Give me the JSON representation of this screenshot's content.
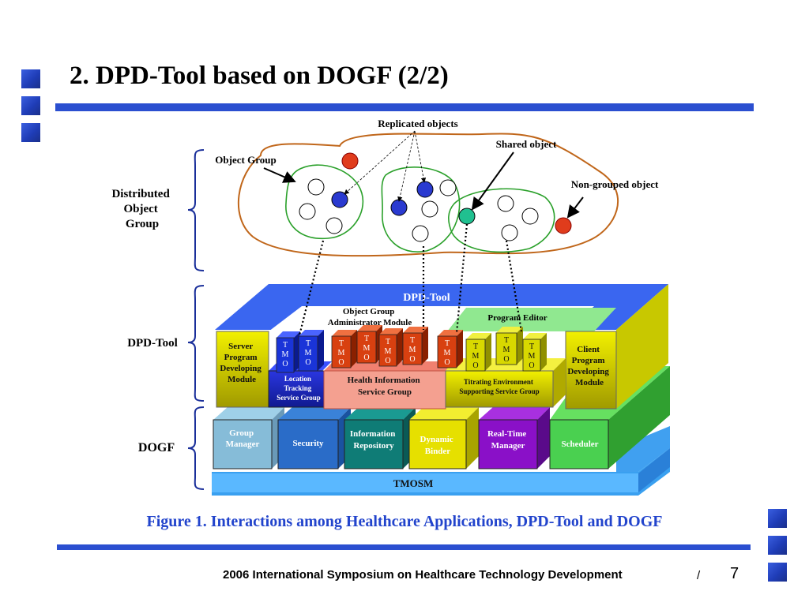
{
  "slide": {
    "title": "2. DPD-Tool based on DOGF (2/2)",
    "caption": "Figure 1. Interactions among Healthcare Applications, DPD-Tool and DOGF",
    "footer": "2006 International Symposium on Healthcare Technology Development",
    "footer_separator": "/",
    "page_number": "7",
    "accent_color": "#2b4fd0"
  },
  "diagram": {
    "callouts": {
      "replicated": "Replicated objects",
      "shared": "Shared object",
      "non_grouped": "Non-grouped object",
      "object_group": "Object Group"
    },
    "layer_labels": {
      "distributed": [
        "Distributed",
        "Object",
        "Group"
      ],
      "dpd_tool": "DPD-Tool",
      "dogf": "DOGF"
    },
    "dpd_tool": {
      "top_label": "DPD-Tool",
      "server_module": [
        "Server",
        "Program",
        "Developing",
        "Module"
      ],
      "client_module": [
        "Client",
        "Program",
        "Developing",
        "Module"
      ],
      "object_group_admin": [
        "Object Group",
        "Administrator Module"
      ],
      "program_editor": "Program Editor",
      "location_tracking": [
        "Location",
        "Tracking",
        "Service Group"
      ],
      "health_info": [
        "Health Information",
        "Service Group"
      ],
      "titrating": [
        "Titrating Environment",
        "Supporting Service Group"
      ],
      "tmo_letters": [
        "T",
        "M",
        "O"
      ]
    },
    "dogf": {
      "modules": [
        {
          "lines": [
            "Group",
            "Manager"
          ]
        },
        {
          "lines": [
            "Security"
          ]
        },
        {
          "lines": [
            "Information",
            "Repository"
          ]
        },
        {
          "lines": [
            "Dynamic",
            "Binder"
          ]
        },
        {
          "lines": [
            "Real-Time",
            "Manager"
          ]
        },
        {
          "lines": [
            "Scheduler"
          ]
        }
      ],
      "base": "TMOSM"
    }
  }
}
